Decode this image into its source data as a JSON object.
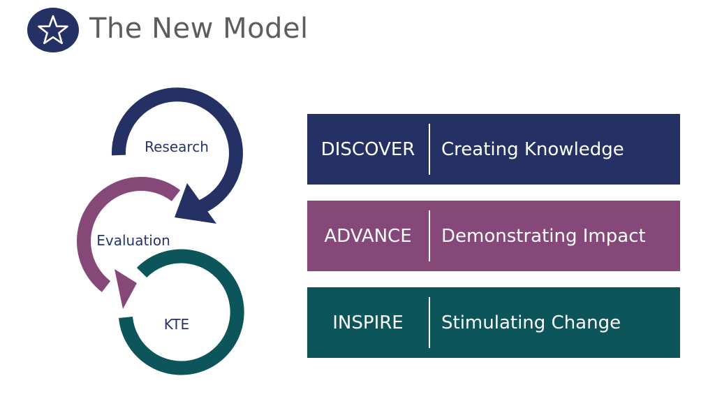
{
  "header": {
    "title": "The New Model",
    "icon": "star-icon",
    "icon_bg": "#253164"
  },
  "cycle": {
    "items": [
      {
        "label": "Research",
        "color": "#253164"
      },
      {
        "label": "Evaluation",
        "color": "#864779"
      },
      {
        "label": "KTE",
        "color": "#0c565b"
      }
    ]
  },
  "bands": [
    {
      "key": "DISCOVER",
      "desc": "Creating Knowledge",
      "color": "#253164"
    },
    {
      "key": "ADVANCE",
      "desc": "Demonstrating Impact",
      "color": "#864779"
    },
    {
      "key": "INSPIRE",
      "desc": "Stimulating Change",
      "color": "#0c565b"
    }
  ]
}
